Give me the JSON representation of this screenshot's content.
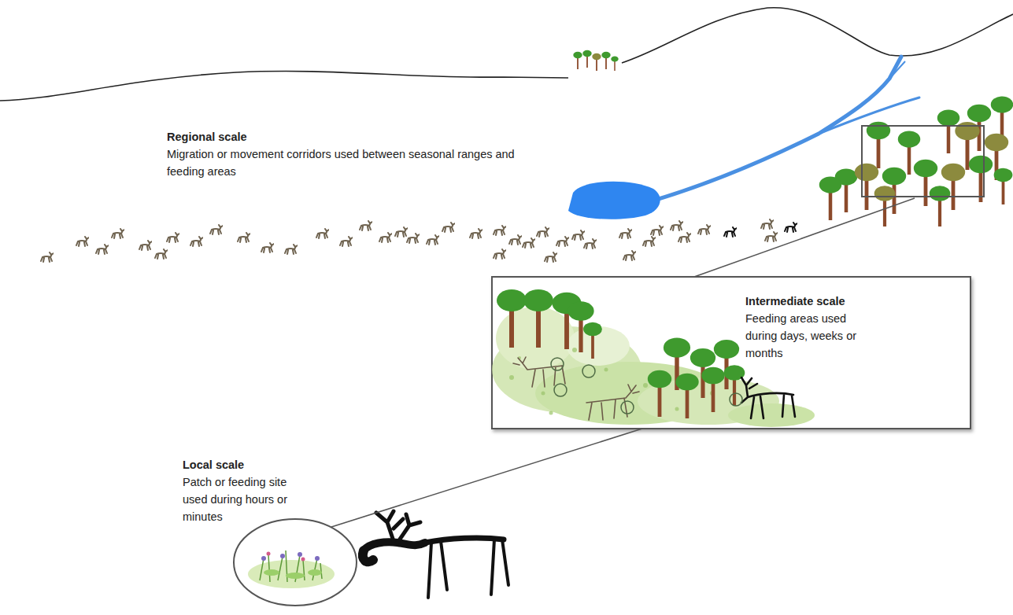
{
  "diagram": {
    "nodes": [
      {
        "text": [
          "Intermediate scale",
          "Feeding areas used during days, weeks or months"
        ]
      },
      {
        "text": [
          "Local scale",
          "Patch or feeding site used during hours or minutes"
        ]
      }
    ],
    "edges": [
      {
        "from": 0,
        "to": 1,
        "arrow": "none"
      }
    ],
    "labels": [
      "Regional scale",
      "Migration or movement corridors used between seasonal ranges and feeding areas"
    ]
  }
}
